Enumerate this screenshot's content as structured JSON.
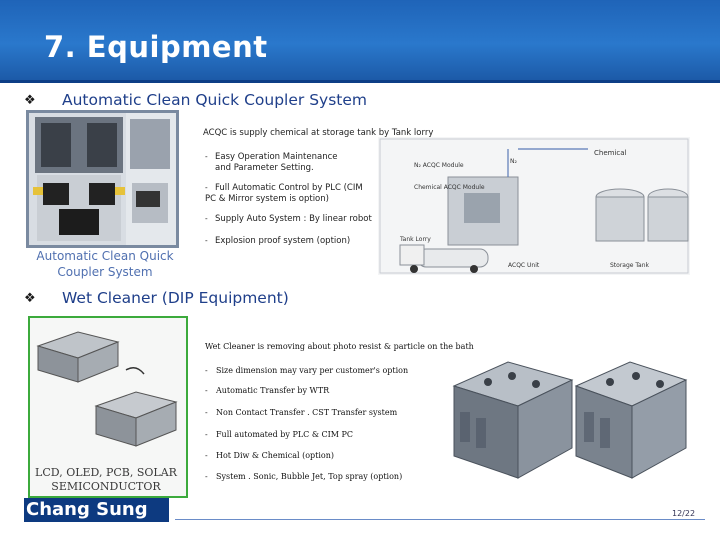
{
  "header": {
    "title": "7. Equipment"
  },
  "sections": [
    {
      "bullet": "❖",
      "title": "Automatic Clean Quick Coupler System",
      "image_caption": "Automatic Clean Quick Coupler System",
      "intro": "ACQC is supply chemical at storage tank by Tank lorry",
      "items": [
        "Easy Operation Maintenance and Parameter Setting.",
        "Full Automatic Control by PLC (CIM PC & Mirror system is option)",
        "Supply Auto System : By linear robot",
        "Explosion proof system (option)"
      ],
      "diagram_labels": {
        "chemical": "Chemical",
        "n2_module": "N₂ ACQC Module",
        "chem_module": "Chemical ACQC Module",
        "n2": "N₂",
        "tank_lorry": "Tank Lorry",
        "acqc_unit": "ACQC Unit",
        "storage_tank": "Storage Tank"
      }
    },
    {
      "bullet": "❖",
      "title": "Wet Cleaner (DIP Equipment)",
      "image_caption": "LCD, OLED, PCB, SOLAR SEMICONDUCTOR",
      "intro": "Wet Cleaner is removing about photo resist & particle on the bath",
      "items": [
        "Size dimension may vary per customer's option",
        "Automatic  Transfer by WTR",
        "Non Contact Transfer . CST Transfer system",
        "Full automated by PLC & CIM PC",
        "Hot Diw & Chemical (option)",
        "System . Sonic, Bubble Jet, Top spray (option)"
      ]
    }
  ],
  "footer": {
    "logo": "Chang Sung",
    "page": "12/22"
  }
}
